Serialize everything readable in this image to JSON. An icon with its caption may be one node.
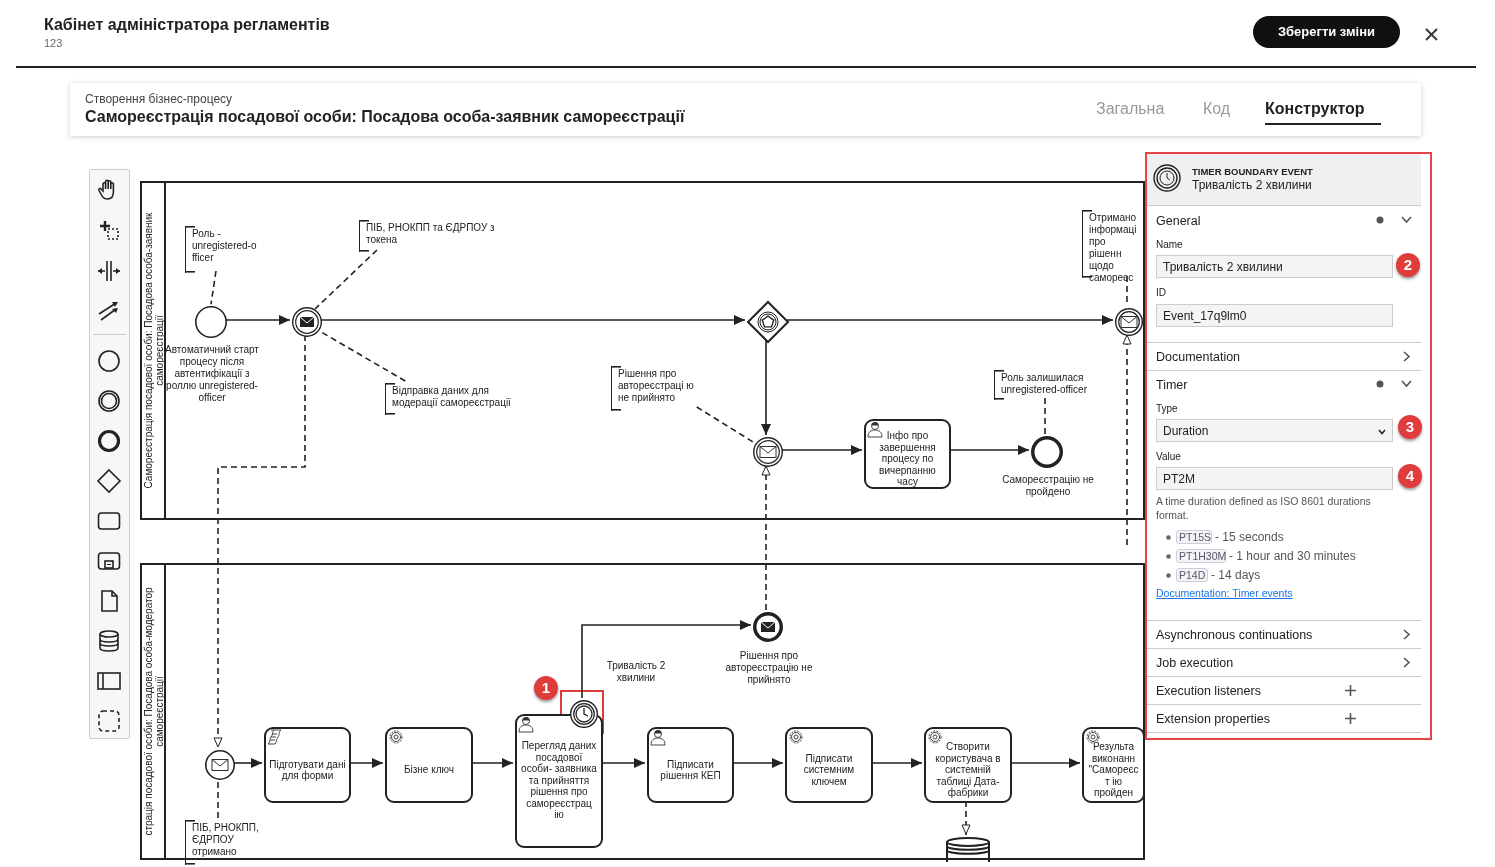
{
  "diagram": {
    "title": "Кабінет адміністратора регламентів",
    "nodes": [
      {
        "text": [
          "Самореєстрація посадової особи: Посадова особа-заявник самореєстрації"
        ]
      },
      {
        "text": [],
        "shape": "circle",
        "in": 0,
        "beside": [
          "Автоматичний старт процесу після автентифікації з роллю unregistered-officer"
        ]
      },
      {
        "text": [
          "Роль - unregistered-o fficer"
        ],
        "in": 0
      },
      {
        "text": [],
        "shape": "circle",
        "in": 0
      },
      {
        "text": [
          "ПІБ, РНОКПП та ЄДРПОУ з токена"
        ],
        "in": 0
      },
      {
        "text": [
          "Відправка даних для модерації самореєстрації"
        ],
        "in": 0
      },
      {
        "text": [],
        "shape": "diamond",
        "in": 0
      },
      {
        "text": [
          "Рішення про автореєстраці ю не прийнято"
        ],
        "in": 0
      },
      {
        "text": [],
        "shape": "circle",
        "in": 0
      },
      {
        "text": [
          "Інфо про завершення процесу по вичерпанню часу"
        ],
        "in": 0
      },
      {
        "text": [
          "Роль залишилася unregistered-officer"
        ],
        "in": 0
      },
      {
        "text": [],
        "shape": "circle",
        "in": 0,
        "beside": [
          "Самореєстрацію не пройдено"
        ]
      },
      {
        "text": [
          "Отримано інформаці про рішенн щодо самореєс"
        ],
        "in": 0
      },
      {
        "text": [],
        "shape": "circle",
        "in": 0
      },
      {
        "text": [
          "страція посадової особи: Посадова особа-модератор самореєстрації"
        ]
      },
      {
        "text": [],
        "shape": "circle",
        "in": 14
      },
      {
        "text": [
          "ПІБ, РНОКПП, ЄДРПОУ отримано"
        ],
        "in": 14
      },
      {
        "text": [
          "Підготувати дані для форми"
        ],
        "in": 14
      },
      {
        "text": [
          "Бізне ключ"
        ],
        "in": 14
      },
      {
        "text": [
          "Перегляд даних посадової особи- заявника та прийняття рішення про самореєстрац ію"
        ],
        "in": 14
      },
      {
        "text": [],
        "shape": "circle",
        "in": 14,
        "beside": [
          "Тривалість 2 хвилини"
        ]
      },
      {
        "text": [],
        "shape": "circle",
        "in": 14,
        "beside": [
          "Рішення про автореєстрацію не прийнято"
        ]
      },
      {
        "text": [
          "Підписати рішення КЕП"
        ],
        "in": 14
      },
      {
        "text": [
          "Підписати системним ключем"
        ],
        "in": 14
      },
      {
        "text": [
          "Створити користувача в системній таблиці Дата-фабрики"
        ],
        "in": 14
      },
      {
        "text": [
          "Результа виконанн \"Самореєст ію пройден"
        ],
        "in": 14
      },
      {
        "text": [],
        "shape": "cylinder",
        "in": 14
      }
    ],
    "edges": [
      {
        "from": 1,
        "to": 3,
        "arrow": "to"
      },
      {
        "from": 3,
        "to": 6,
        "arrow": "to"
      },
      {
        "from": 6,
        "to": 13,
        "arrow": "to"
      },
      {
        "from": 6,
        "to": 8,
        "arrow": "to"
      },
      {
        "from": 8,
        "to": 9,
        "arrow": "to"
      },
      {
        "from": 9,
        "to": 11,
        "arrow": "to"
      },
      {
        "from": 2,
        "to": 1,
        "arrow": "none",
        "style": "dashed"
      },
      {
        "from": 4,
        "to": 3,
        "arrow": "none",
        "style": "dashed"
      },
      {
        "from": 5,
        "to": 3,
        "arrow": "none",
        "style": "dashed"
      },
      {
        "from": 7,
        "to": 8,
        "arrow": "none",
        "style": "dashed"
      },
      {
        "from": 10,
        "to": 11,
        "arrow": "none",
        "style": "dashed"
      },
      {
        "from": 12,
        "to": 13,
        "arrow": "none",
        "style": "dashed"
      },
      {
        "from": 3,
        "to": 15,
        "arrow": "to",
        "style": "dashed"
      },
      {
        "from": 21,
        "to": 8,
        "arrow": "to",
        "style": "dashed"
      },
      {
        "from": null,
        "to": 13,
        "arrow": "to",
        "style": "dashed"
      },
      {
        "from": 15,
        "to": 17,
        "arrow": "to"
      },
      {
        "from": 17,
        "to": 18,
        "arrow": "to"
      },
      {
        "from": 18,
        "to": 19,
        "arrow": "to"
      },
      {
        "from": 19,
        "to": 22,
        "arrow": "to"
      },
      {
        "from": 22,
        "to": 23,
        "arrow": "to"
      },
      {
        "from": 23,
        "to": 24,
        "arrow": "to"
      },
      {
        "from": 24,
        "to": 25,
        "arrow": "to"
      },
      {
        "from": 20,
        "to": 21,
        "arrow": "to"
      },
      {
        "from": 24,
        "to": 26,
        "arrow": "to",
        "style": "dashed"
      },
      {
        "from": 16,
        "to": 15,
        "arrow": "none",
        "style": "dashed"
      }
    ],
    "labels": [
      "123",
      "Зберегти зміни",
      "Створення бізнес-процесу",
      "Самореєстрація посадової особи: Посадова особа-заявник самореєстрації",
      "Загальна",
      "Код",
      "Конструктор",
      "1",
      "TIMER BOUNDARY EVENT",
      "Тривалість 2 хвилини",
      "General",
      "Name",
      "Тривалість 2 хвилини",
      "2",
      "ID",
      "Event_17q9lm0",
      "Documentation",
      "Timer",
      "Type",
      "Duration",
      "3",
      "Value",
      "PT2M",
      "4",
      "A time duration defined as ISO 8601 durations format.",
      "PT15S",
      "- 15 seconds",
      "PT1H30M",
      "- 1 hour and 30 minutes",
      "P14D",
      "- 14 days",
      "Documentation: Timer events",
      "Asynchronous continuations",
      "Job execution",
      "Execution listeners",
      "Extension properties"
    ]
  }
}
